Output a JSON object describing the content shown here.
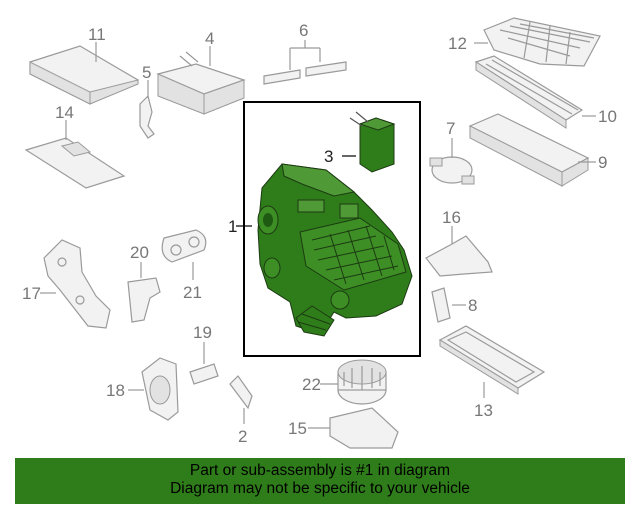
{
  "diagram": {
    "callouts": {
      "c1": "1",
      "c2": "2",
      "c3": "3",
      "c4": "4",
      "c5": "5",
      "c6": "6",
      "c7": "7",
      "c8": "8",
      "c9": "9",
      "c10": "10",
      "c11": "11",
      "c12": "12",
      "c13": "13",
      "c14": "14",
      "c15": "15",
      "c16": "16",
      "c17": "17",
      "c18": "18",
      "c19": "19",
      "c20": "20",
      "c21": "21",
      "c22": "22"
    },
    "highlighted_part": "1",
    "colors": {
      "highlight": "#2e7d1a",
      "banner": "#2e7d1a",
      "parts": "#9a9a9a",
      "callout_text": "#777777"
    }
  },
  "banner": {
    "line1": "Part or sub-assembly is #1 in diagram",
    "line2": "Diagram may not be specific to your vehicle"
  }
}
